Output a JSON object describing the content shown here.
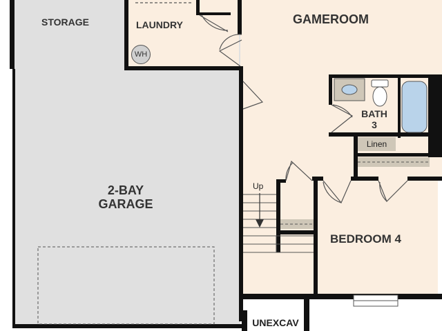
{
  "rooms": {
    "storage": "STORAGE",
    "laundry": "LAUNDRY",
    "gameroom": "GAMEROOM",
    "bath": "BATH",
    "bath_number": "3",
    "garage_line1": "2-BAY",
    "garage_line2": "GARAGE",
    "bedroom": "BEDROOM 4",
    "unexcav": "UNEXCAV"
  },
  "fixtures": {
    "water_heater": "WH",
    "linen": "Linen",
    "stairs_direction": "Up"
  },
  "colors": {
    "wall": "#111111",
    "garage_floor": "#e0e0e0",
    "living_floor": "#fbeee0",
    "tub": "#b9d3ea",
    "shelf": "#cfc7b8"
  }
}
